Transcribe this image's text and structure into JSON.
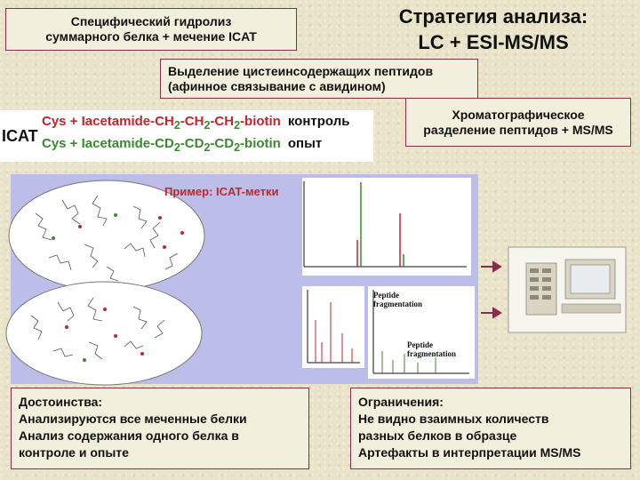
{
  "hydrolysis": {
    "line1": "Специфический гидролиз",
    "line2": "суммарного белка + мечение ICAT"
  },
  "strategy": {
    "line1": "Стратегия анализа:",
    "line2": "LC + ESI-MS/MS"
  },
  "isolation": {
    "line1": "Выделение цистеинсодержащих пептидов",
    "line2": "(афинное связывание с авидином)"
  },
  "chromatography": {
    "line1": "Хроматографическое",
    "line2": "разделение пептидов + MS/MS"
  },
  "icat": {
    "label": "ICAT",
    "control": {
      "prefix": "Cys + Iacetamide-CH",
      "s1": "2",
      "m1": "-CH",
      "s2": "2",
      "m2": "-CH",
      "s3": "2",
      "suffix": "-biotin",
      "tag": "контроль"
    },
    "experiment": {
      "prefix": "Cys + Iacetamide-CD",
      "s1": "2",
      "m1": "-CD",
      "s2": "2",
      "m2": "-CD",
      "s3": "2",
      "suffix": "-biotin",
      "tag": "опыт"
    }
  },
  "example_label": "Пример: ICAT-метки",
  "diagram": {
    "peptide_label_1": "Peptide",
    "peptide_label_2": "fragmentation"
  },
  "advantages": {
    "title": "Достоинства:",
    "lines": [
      "Анализируются все меченные белки",
      "Анализ содержания одного белка в",
      "контроле и опыте"
    ]
  },
  "limitations": {
    "title": "Ограничения:",
    "lines": [
      "Не видно взаимных количеств",
      "разных белков в образце",
      "Артефакты в интерпретации MS/MS"
    ]
  },
  "colors": {
    "border": "#8b2c4f",
    "red": "#c0262e",
    "green": "#3a8a2e",
    "panel": "#bcbde8"
  }
}
